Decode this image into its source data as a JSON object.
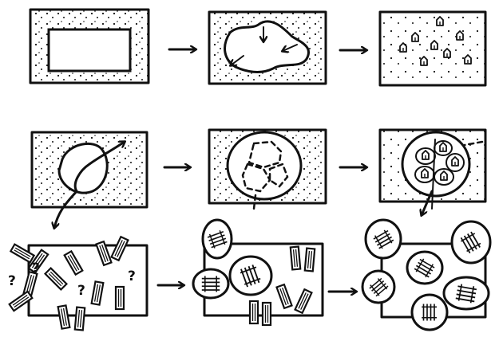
{
  "diagram": {
    "rows": [
      {
        "id": "row-1",
        "panels": [
          "rectangle-reserve",
          "expanded-boundary",
          "scattered-houses"
        ]
      },
      {
        "id": "row-2",
        "panels": [
          "circle-crossed-by-arrow",
          "subdivided-circle",
          "clustered-settlements"
        ]
      },
      {
        "id": "row-3",
        "panels": [
          "scattered-fragments",
          "grouped-clusters",
          "dense-clusters"
        ]
      }
    ],
    "question_marks": [
      "?",
      "?",
      "?",
      "?"
    ],
    "arrow_count": 6,
    "colors": {
      "ink": "#111111",
      "paper": "#ffffff"
    }
  }
}
